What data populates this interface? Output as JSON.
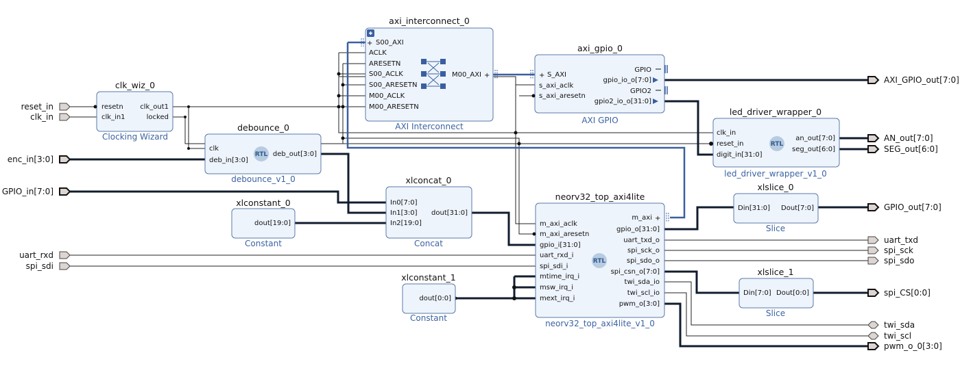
{
  "blocks": {
    "clk_wiz": {
      "name": "clk_wiz_0",
      "sub": "Clocking Wizard",
      "pins_left": [
        "resetn",
        "clk_in1"
      ],
      "pins_right": [
        "clk_out1",
        "locked"
      ]
    },
    "debounce": {
      "name": "debounce_0",
      "sub": "debounce_v1_0",
      "pins_left": [
        "clk",
        "deb_in[3:0]"
      ],
      "pins_right": [
        "deb_out[3:0]"
      ],
      "badge": "RTL"
    },
    "axi_interconnect": {
      "name": "axi_interconnect_0",
      "sub": "AXI Interconnect",
      "pins_left": [
        "S00_AXI",
        "ACLK",
        "ARESETN",
        "S00_ACLK",
        "S00_ARESETN",
        "M00_ACLK",
        "M00_ARESETN"
      ],
      "pins_right": [
        "M00_AXI"
      ],
      "expand": "+"
    },
    "axi_gpio": {
      "name": "axi_gpio_0",
      "sub": "AXI GPIO",
      "pins_left": [
        "S_AXI",
        "s_axi_aclk",
        "s_axi_aresetn"
      ],
      "pins_right": [
        "GPIO",
        "gpio_io_o[7:0]",
        "GPIO2",
        "gpio2_io_o[31:0]"
      ]
    },
    "led_driver": {
      "name": "led_driver_wrapper_0",
      "sub": "led_driver_wrapper_v1_0",
      "pins_left": [
        "clk_in",
        "reset_in",
        "digit_in[31:0]"
      ],
      "pins_right": [
        "an_out[7:0]",
        "seg_out[6:0]"
      ],
      "badge": "RTL"
    },
    "xlconcat": {
      "name": "xlconcat_0",
      "sub": "Concat",
      "pins_left": [
        "In0[7:0]",
        "In1[3:0]",
        "In2[19:0]"
      ],
      "pins_right": [
        "dout[31:0]"
      ]
    },
    "xlconstant0": {
      "name": "xlconstant_0",
      "sub": "Constant",
      "pins_right": [
        "dout[19:0]"
      ]
    },
    "neorv32": {
      "name": "neorv32_top_axi4lite",
      "sub": "neorv32_top_axi4lite_v1_0",
      "pins_left": [
        "m_axi_aclk",
        "m_axi_aresetn",
        "gpio_i[31:0]",
        "uart_rxd_i",
        "spi_sdi_i",
        "mtime_irq_i",
        "msw_irq_i",
        "mext_irq_i"
      ],
      "pins_right": [
        "m_axi",
        "gpio_o[31:0]",
        "uart_txd_o",
        "spi_sck_o",
        "spi_sdo_o",
        "spi_csn_o[7:0]",
        "twi_sda_io",
        "twi_scl_io",
        "pwm_o[3:0]"
      ],
      "badge": "RTL"
    },
    "xlslice0": {
      "name": "xlslice_0",
      "sub": "Slice",
      "pins_left": [
        "Din[31:0]"
      ],
      "pins_right": [
        "Dout[7:0]"
      ]
    },
    "xlslice1": {
      "name": "xlslice_1",
      "sub": "Slice",
      "pins_left": [
        "Din[7:0]"
      ],
      "pins_right": [
        "Dout[0:0]"
      ]
    },
    "xlconstant1": {
      "name": "xlconstant_1",
      "sub": "Constant",
      "pins_right": [
        "dout[0:0]"
      ]
    }
  },
  "ports": {
    "inputs": [
      "reset_in",
      "clk_in",
      "enc_in[3:0]",
      "GPIO_in[7:0]",
      "uart_rxd",
      "spi_sdi"
    ],
    "outputs": [
      "AXI_GPIO_out[7:0]",
      "AN_out[7:0]",
      "SEG_out[6:0]",
      "GPIO_out[7:0]",
      "uart_txd",
      "spi_sck",
      "spi_sdo",
      "spi_CS[0:0]",
      "twi_sda",
      "twi_scl",
      "pwm_o_0[3:0]"
    ]
  }
}
